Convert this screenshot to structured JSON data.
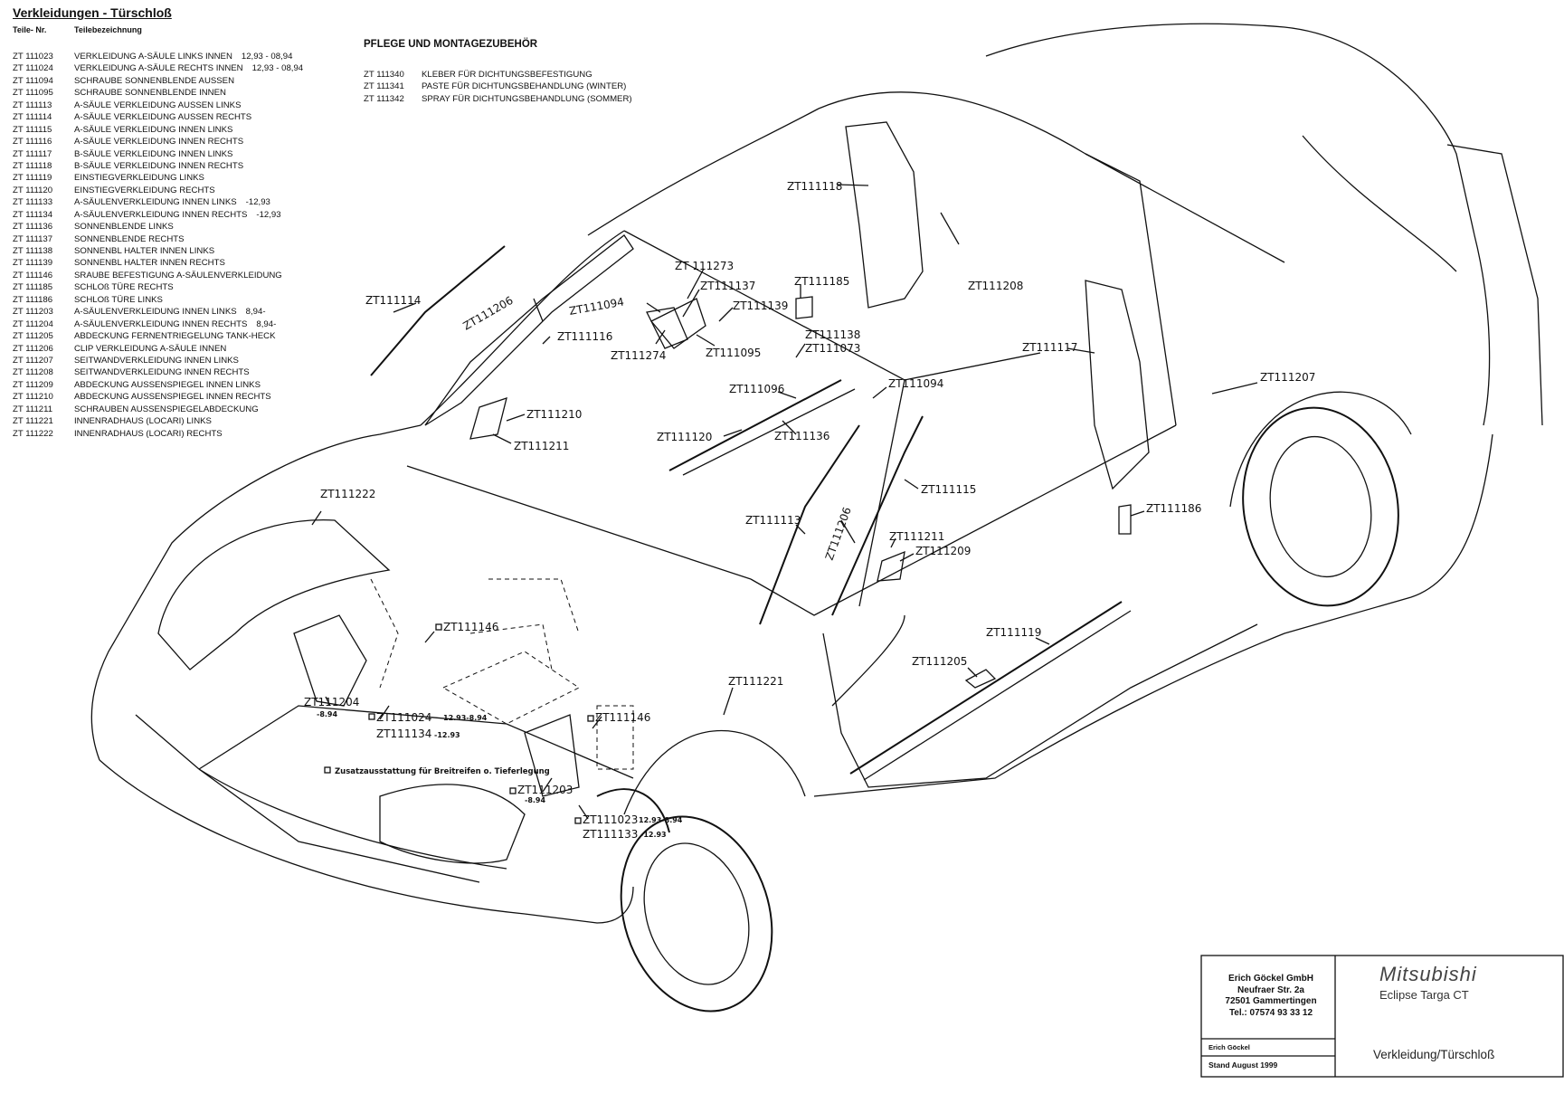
{
  "header": {
    "title": "Verkleidungen - Türschloß",
    "col_part_no": "Teile- Nr.",
    "col_description": "Teilebezeichnung"
  },
  "parts": [
    {
      "no": "ZT 111023",
      "desc": "VERKLEIDUNG A-SÄULE LINKS INNEN",
      "date": "12,93 - 08,94"
    },
    {
      "no": "ZT 111024",
      "desc": "VERKLEIDUNG A-SÄULE RECHTS INNEN",
      "date": "12,93 - 08,94"
    },
    {
      "no": "ZT 111094",
      "desc": "SCHRAUBE SONNENBLENDE AUSSEN",
      "date": ""
    },
    {
      "no": "ZT 111095",
      "desc": "SCHRAUBE SONNENBLENDE INNEN",
      "date": ""
    },
    {
      "no": "ZT 111113",
      "desc": "A-SÄULE VERKLEIDUNG AUSSEN LINKS",
      "date": ""
    },
    {
      "no": "ZT 111114",
      "desc": "A-SÄULE VERKLEIDUNG AUSSEN RECHTS",
      "date": ""
    },
    {
      "no": "ZT 111115",
      "desc": "A-SÄULE VERKLEIDUNG INNEN LINKS",
      "date": ""
    },
    {
      "no": "ZT 111116",
      "desc": "A-SÄULE VERKLEIDUNG INNEN RECHTS",
      "date": ""
    },
    {
      "no": "ZT 111117",
      "desc": "B-SÄULE VERKLEIDUNG INNEN LINKS",
      "date": ""
    },
    {
      "no": "ZT 111118",
      "desc": "B-SÄULE VERKLEIDUNG INNEN RECHTS",
      "date": ""
    },
    {
      "no": "ZT 111119",
      "desc": "EINSTIEGVERKLEIDUNG LINKS",
      "date": ""
    },
    {
      "no": "ZT 111120",
      "desc": "EINSTIEGVERKLEIDUNG RECHTS",
      "date": ""
    },
    {
      "no": "ZT 111133",
      "desc": "A-SÄULENVERKLEIDUNG INNEN LINKS",
      "date": "-12,93"
    },
    {
      "no": "ZT 111134",
      "desc": "A-SÄULENVERKLEIDUNG INNEN RECHTS",
      "date": "-12,93"
    },
    {
      "no": "ZT 111136",
      "desc": "SONNENBLENDE LINKS",
      "date": ""
    },
    {
      "no": "ZT 111137",
      "desc": "SONNENBLENDE RECHTS",
      "date": ""
    },
    {
      "no": "ZT 111138",
      "desc": "SONNENBL HALTER INNEN LINKS",
      "date": ""
    },
    {
      "no": "ZT 111139",
      "desc": "SONNENBL HALTER INNEN RECHTS",
      "date": ""
    },
    {
      "no": "ZT 111146",
      "desc": "SRAUBE BEFESTIGUNG A-SÄULENVERKLEIDUNG",
      "date": ""
    },
    {
      "no": "ZT 111185",
      "desc": "SCHLOß TÜRE RECHTS",
      "date": ""
    },
    {
      "no": "ZT 111186",
      "desc": "SCHLOß TÜRE LINKS",
      "date": ""
    },
    {
      "no": "ZT 111203",
      "desc": "A-SÄULENVERKLEIDUNG INNEN LINKS",
      "date": "8,94-"
    },
    {
      "no": "ZT 111204",
      "desc": "A-SÄULENVERKLEIDUNG INNEN RECHTS",
      "date": "8,94-"
    },
    {
      "no": "ZT 111205",
      "desc": "ABDECKUNG FERNENTRIEGELUNG TANK-HECK",
      "date": ""
    },
    {
      "no": "ZT 111206",
      "desc": "CLIP VERKLEIDUNG A-SÄULE INNEN",
      "date": ""
    },
    {
      "no": "ZT 111207",
      "desc": "SEITWANDVERKLEIDUNG INNEN LINKS",
      "date": ""
    },
    {
      "no": "ZT 111208",
      "desc": "SEITWANDVERKLEIDUNG INNEN RECHTS",
      "date": ""
    },
    {
      "no": "ZT 111209",
      "desc": "ABDECKUNG AUSSENSPIEGEL INNEN LINKS",
      "date": ""
    },
    {
      "no": "ZT 111210",
      "desc": "ABDECKUNG AUSSENSPIEGEL INNEN RECHTS",
      "date": ""
    },
    {
      "no": "ZT 111211",
      "desc": "SCHRAUBEN AUSSENSPIEGELABDECKUNG",
      "date": ""
    },
    {
      "no": "ZT 111221",
      "desc": "INNENRADHAUS (LOCARI) LINKS",
      "date": ""
    },
    {
      "no": "ZT 111222",
      "desc": "INNENRADHAUS (LOCARI) RECHTS",
      "date": ""
    }
  ],
  "care": {
    "title": "PFLEGE UND MONTAGEZUBEHÖR",
    "items": [
      {
        "no": "ZT 111340",
        "desc": "KLEBER FÜR DICHTUNGSBEFESTIGUNG"
      },
      {
        "no": "ZT 111341",
        "desc": "PASTE FÜR DICHTUNGSBEHANDLUNG (WINTER)"
      },
      {
        "no": "ZT 111342",
        "desc": "SPRAY FÜR DICHTUNGSBEHANDLUNG (SOMMER)"
      }
    ]
  },
  "diagram": {
    "callouts": {
      "c111118": "ZT111118",
      "c111208": "ZT111208",
      "c111273": "ZT 111273",
      "c111137": "ZT111137",
      "c111185": "ZT111185",
      "c111139": "ZT111139",
      "c111114": "ZT111114",
      "c111206a": "ZT111206",
      "c111094a": "ZT111094",
      "c111116": "ZT111116",
      "c111138": "ZT111138",
      "c111073": "ZT111073",
      "c111274": "ZT111274",
      "c111095": "ZT111095",
      "c111117": "ZT111117",
      "c111207": "ZT111207",
      "c111094b": "ZT111094",
      "c111096": "ZT111096",
      "c111210": "ZT111210",
      "c111211a": "ZT111211",
      "c111120": "ZT111120",
      "c111136": "ZT111136",
      "c111115": "ZT111115",
      "c111222": "ZT111222",
      "c111206b": "ZT111206",
      "c111113": "ZT111113",
      "c111211b": "ZT111211",
      "c111209": "ZT111209",
      "c111186": "ZT111186",
      "c111119": "ZT111119",
      "c111146a": "ZT111146",
      "c111205": "ZT111205",
      "c111204": "ZT111204",
      "c111204s": "-8.94",
      "c111024": "ZT111024",
      "c111024s": "12.93-8.94",
      "c111134": "ZT111134",
      "c111134s": "-12.93",
      "c111221": "ZT111221",
      "c111146b": "ZT111146",
      "c111203": "ZT111203",
      "c111203s": "-8.94",
      "c111023": "ZT111023",
      "c111023s": "12.93-8.94",
      "c111133": "ZT111133",
      "c111133s": "-12.93"
    },
    "footnote": "Zusatzausstattung für Breitreifen o. Tieferlegung"
  },
  "titleblock": {
    "address": [
      "Erich Göckel GmbH",
      "Neufraer Str. 2a",
      "72501 Gammertingen",
      "Tel.: 07574 93 33 12"
    ],
    "brand": "Mitsubishi",
    "model": "Eclipse Targa CT",
    "sheet": "Verkleidung/Türschloß",
    "author": "Erich Göckel",
    "date": "Stand August 1999"
  }
}
